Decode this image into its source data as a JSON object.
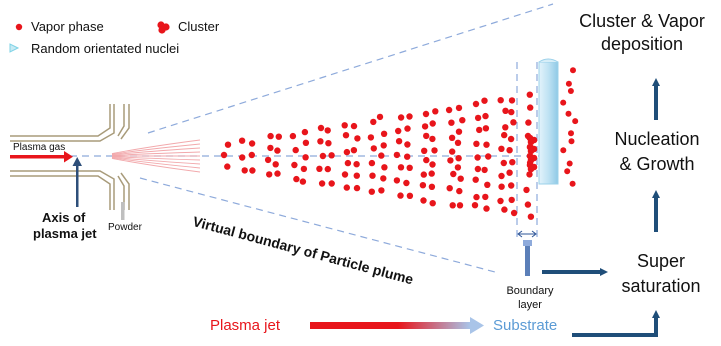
{
  "legend": {
    "vapor_phase": "Vapor phase",
    "cluster": "Cluster",
    "nuclei": "Random orientated nuclei",
    "vapor_color": "#e8151b",
    "nuclei_color": "#7fd3e6"
  },
  "torch": {
    "plasma_gas": "Plasma gas",
    "axis_line1": "Axis of",
    "axis_line2": "plasma jet",
    "powder": "Powder"
  },
  "plume": {
    "boundary_label": "Virtual boundary of Particle plume"
  },
  "substrate_region": {
    "boundary_layer_line1": "Boundary",
    "boundary_layer_line2": "layer"
  },
  "stages": {
    "deposition_line1": "Cluster & Vapor",
    "deposition_line2": "deposition",
    "nucleation_line1": "Nucleation",
    "nucleation_line2": "& Growth",
    "super_line1": "Super",
    "super_line2": "saturation"
  },
  "bottom": {
    "plasma_jet": "Plasma jet",
    "substrate": "Substrate"
  },
  "colors": {
    "arrow_navy": "#1f4e79",
    "dash_blue": "#8eaadb",
    "red": "#e8151b",
    "light_blue": "#5b9bd5"
  }
}
